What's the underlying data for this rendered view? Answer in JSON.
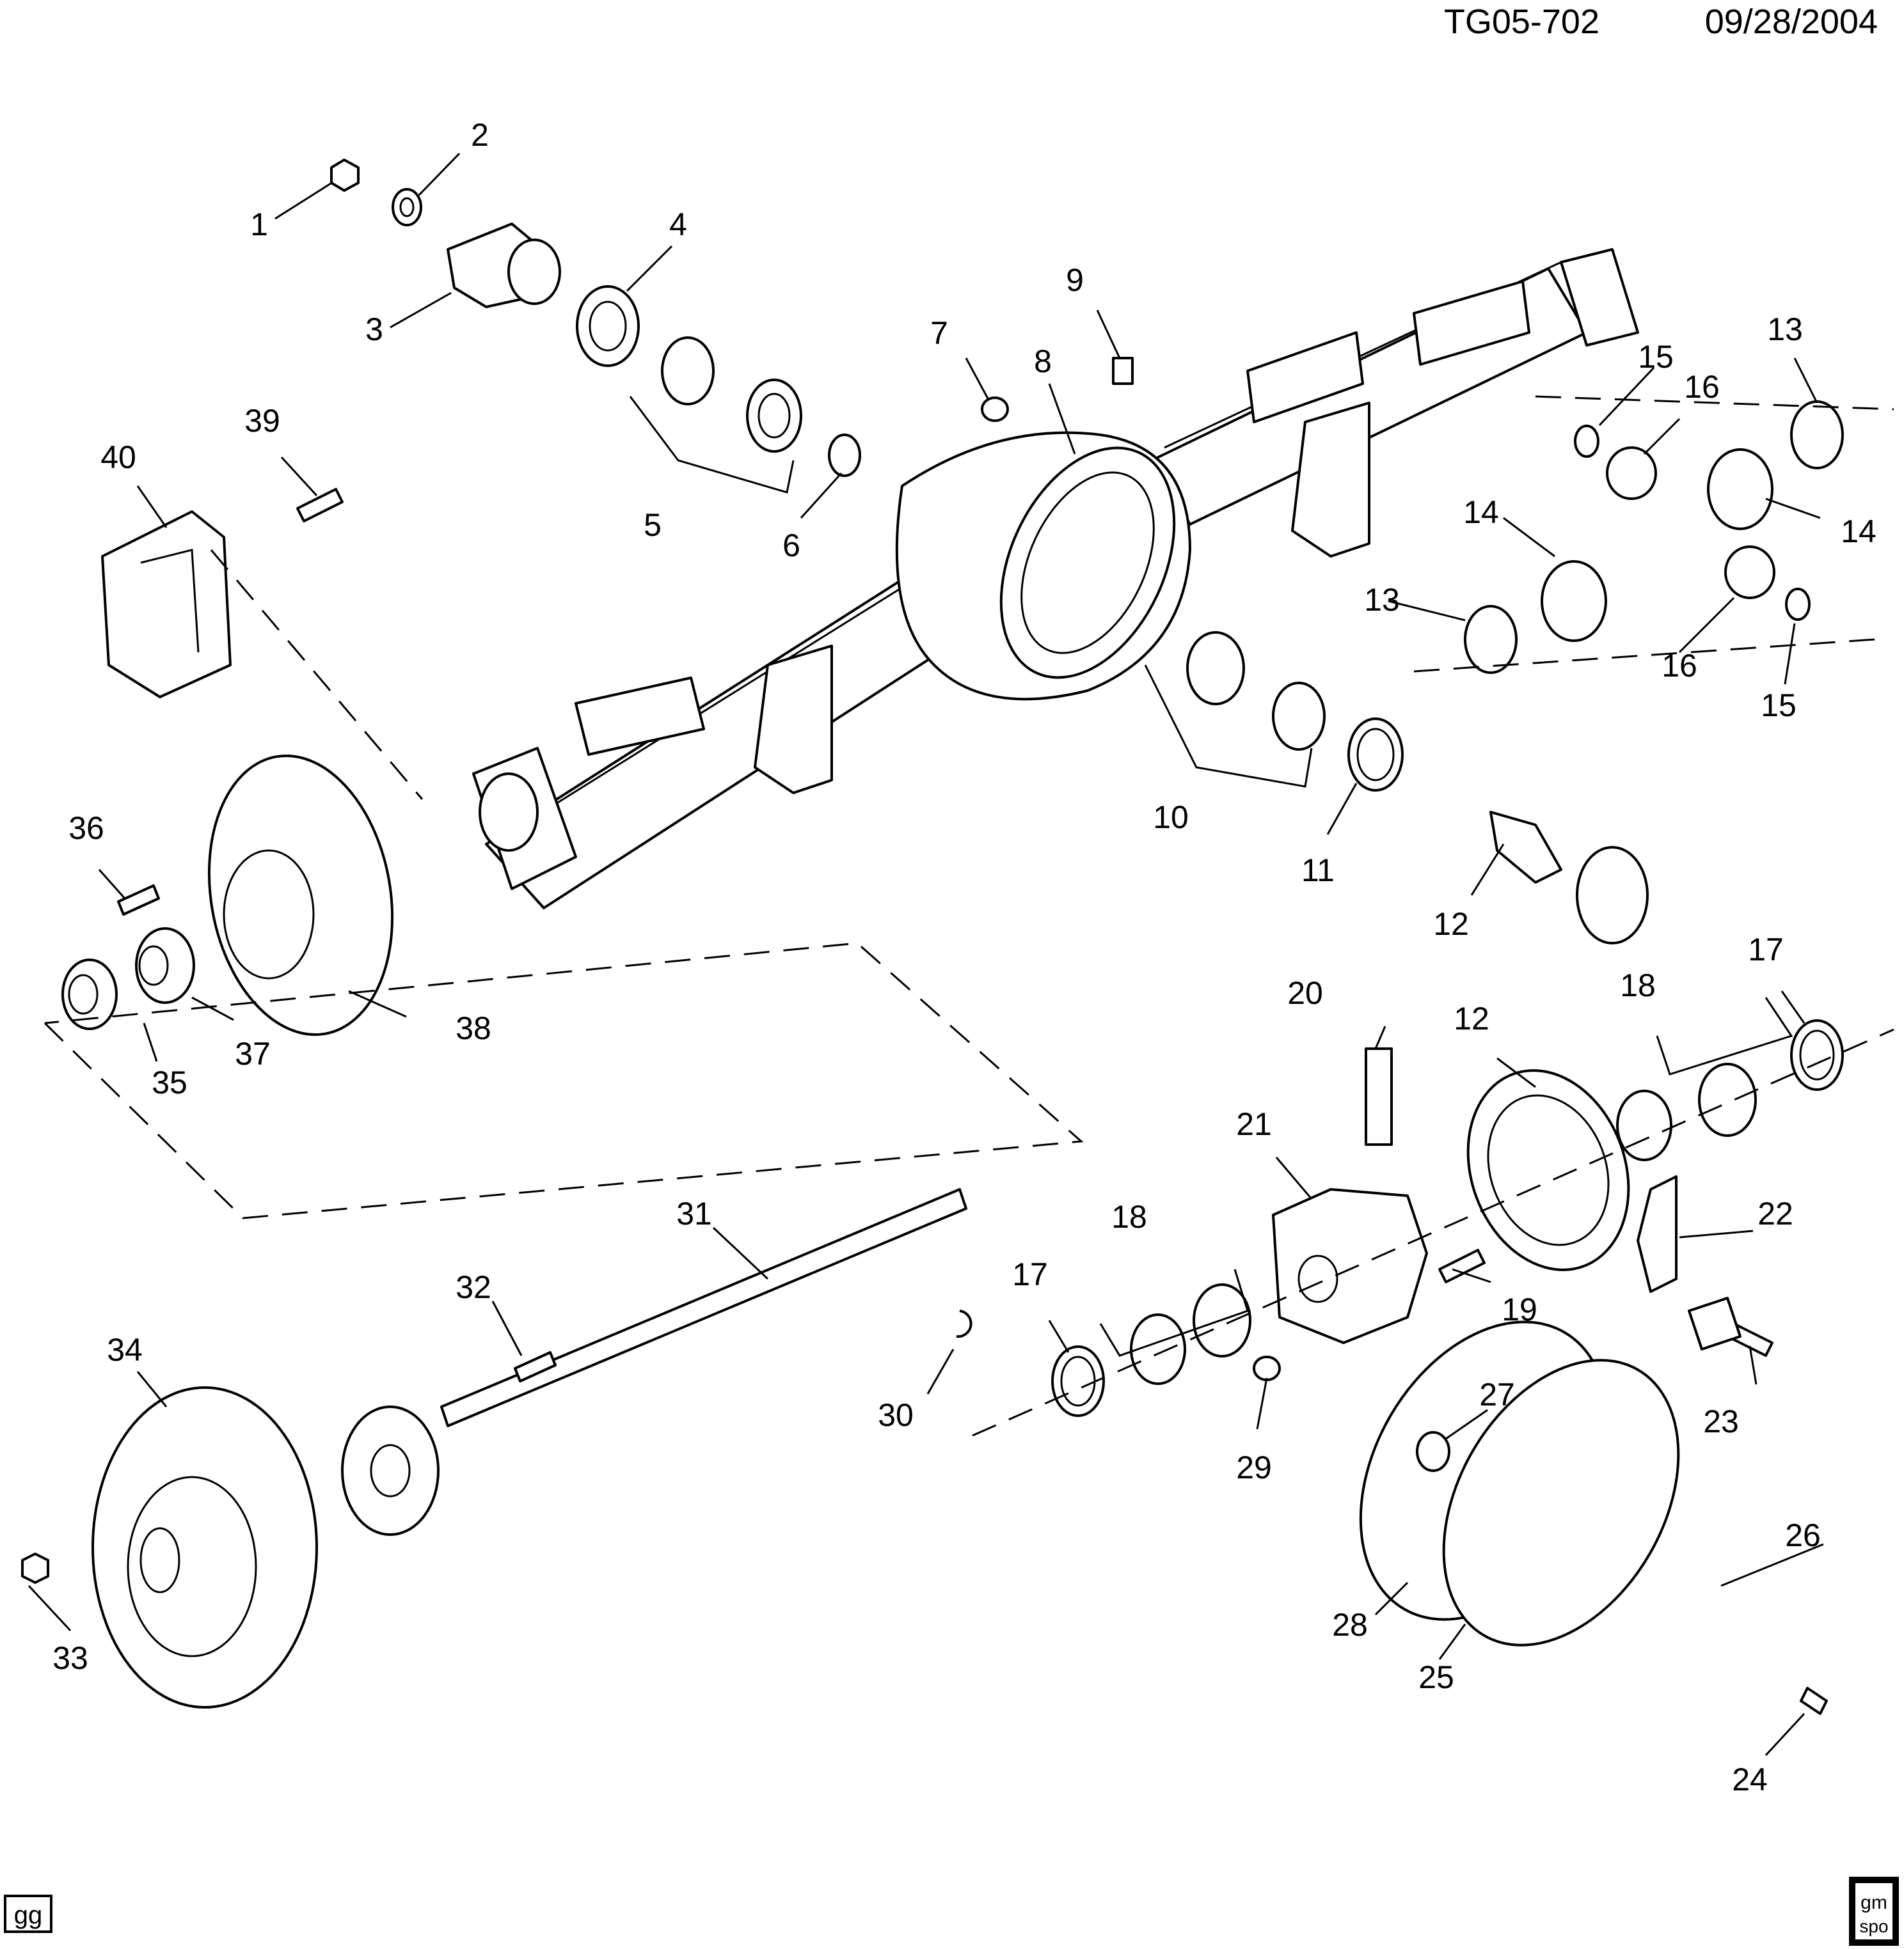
{
  "header": {
    "code": "TG05-702",
    "date": "09/28/2004"
  },
  "corner_tag": "gg",
  "logo_text": {
    "line1": "gm",
    "line2": "spo"
  },
  "callouts": [
    "1",
    "2",
    "3",
    "4",
    "5",
    "6",
    "7",
    "8",
    "9",
    "10",
    "11",
    "12",
    "12",
    "13",
    "13",
    "14",
    "14",
    "15",
    "15",
    "16",
    "16",
    "17",
    "17",
    "18",
    "18",
    "19",
    "20",
    "21",
    "22",
    "23",
    "24",
    "25",
    "26",
    "27",
    "28",
    "29",
    "30",
    "31",
    "32",
    "33",
    "34",
    "35",
    "36",
    "37",
    "38",
    "39",
    "40"
  ]
}
